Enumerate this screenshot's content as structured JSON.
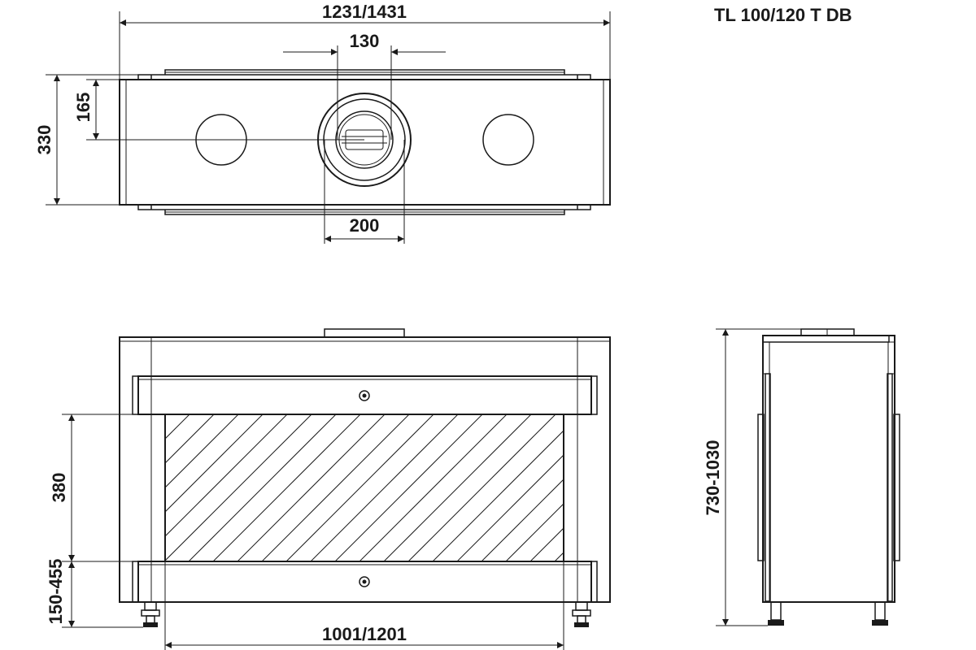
{
  "title": "TL 100/120 T DB",
  "top_view": {
    "width_label": "1231/1431",
    "flue_inner_label": "130",
    "flue_outer_label": "200",
    "depth_half_label": "165",
    "depth_label": "330"
  },
  "front_view": {
    "glass_height_label": "380",
    "base_height_label": "150-455",
    "glass_width_label": "1001/1201"
  },
  "side_view": {
    "total_height_label": "730-1030"
  }
}
